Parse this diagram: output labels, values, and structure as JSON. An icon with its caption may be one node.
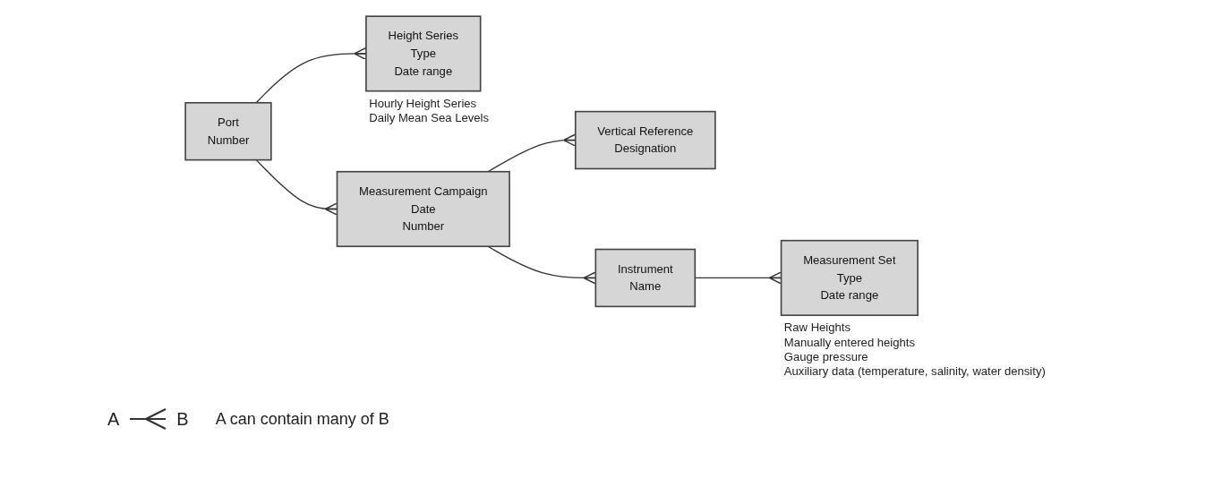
{
  "diagram": {
    "nodes": [
      {
        "text": [
          "Port",
          "Number"
        ]
      },
      {
        "text": [
          "Height Series",
          "Type",
          "Date range"
        ],
        "beside": [
          "Hourly Height Series",
          "Daily Mean Sea Levels"
        ]
      },
      {
        "text": [
          "Measurement Campaign",
          "Date",
          "Number"
        ]
      },
      {
        "text": [
          "Vertical Reference",
          "Designation"
        ]
      },
      {
        "text": [
          "Instrument",
          "Name"
        ]
      },
      {
        "text": [
          "Measurement Set",
          "Type",
          "Date range"
        ],
        "beside": [
          "Raw Heights",
          "Manually entered heights",
          "Gauge pressure",
          "Auxiliary data (temperature, salinity, water density)"
        ]
      }
    ],
    "edges": [
      {
        "from": 0,
        "to": 1,
        "arrow": "other"
      },
      {
        "from": 0,
        "to": 2,
        "arrow": "other"
      },
      {
        "from": 2,
        "to": 3,
        "arrow": "other"
      },
      {
        "from": 2,
        "to": 4,
        "arrow": "other"
      },
      {
        "from": 4,
        "to": 5,
        "arrow": "other"
      }
    ],
    "labels": [
      "A",
      "B"
    ],
    "legend": [
      {
        "text": "A can contain many of B"
      }
    ]
  }
}
